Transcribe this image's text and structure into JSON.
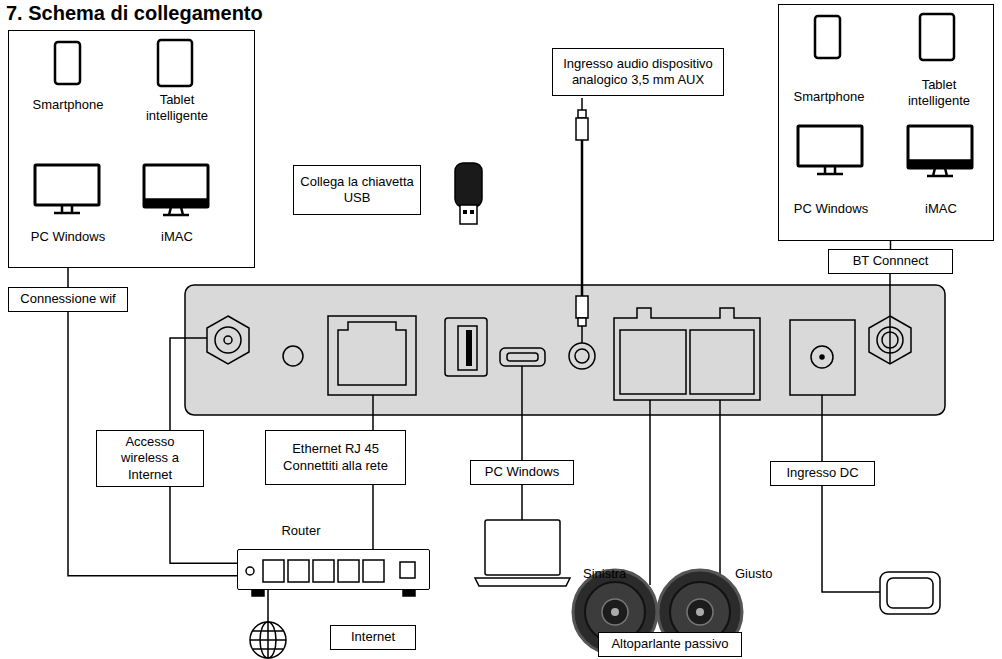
{
  "diagram": {
    "title": "7. Schema di collegamento",
    "nodes": [
      {
        "text": [
          "Smartphone",
          "Tablet intelligente",
          "PC Windows",
          "iMAC"
        ]
      },
      {
        "text": [
          "Collega la chiavetta USB"
        ]
      },
      {
        "text": [
          "Ingresso audio dispositivo analogico 3,5 mm AUX"
        ]
      },
      {
        "text": [
          "Smartphone",
          "Tablet intelligente",
          "PC Windows",
          "iMAC"
        ]
      },
      {
        "text": [
          "Connessione wif"
        ]
      },
      {
        "text": [
          "BT Connnect"
        ]
      },
      {
        "text": [
          "Accesso wireless a Internet"
        ]
      },
      {
        "text": [
          "Ethernet RJ 45 Connettiti alla rete"
        ]
      },
      {
        "text": [
          "PC Windows"
        ]
      },
      {
        "text": [
          "Ingresso DC"
        ]
      },
      {
        "text": [
          "Router"
        ]
      },
      {
        "text": [
          "Internet"
        ]
      },
      {
        "text": [
          "Altoparlante passivo"
        ]
      }
    ],
    "edges": [
      {
        "from": 0,
        "to": 4,
        "arrow": "none"
      },
      {
        "from": 4,
        "to": 10,
        "arrow": "none"
      },
      {
        "from": 6,
        "to": 10,
        "arrow": "none"
      },
      {
        "from": 7,
        "to": 10,
        "arrow": "none"
      },
      {
        "from": 3,
        "to": 5,
        "arrow": "none"
      }
    ],
    "labels": [
      "Sinistra",
      "Giusto"
    ]
  }
}
